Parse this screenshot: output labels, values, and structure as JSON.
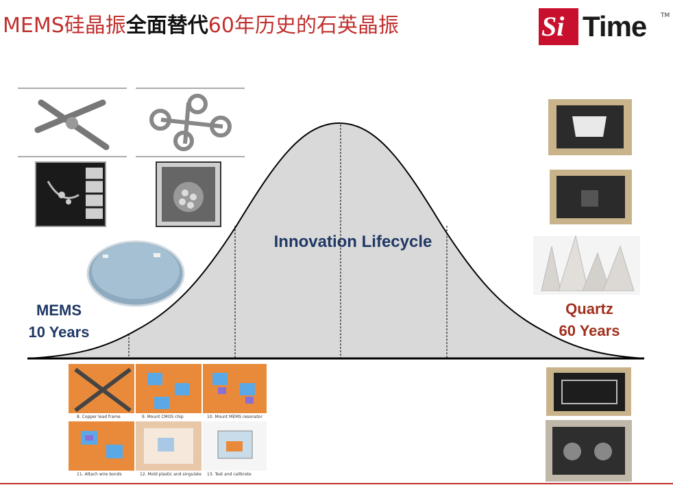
{
  "title": {
    "part1": "MEMS硅晶振",
    "part2": "全面替代",
    "part3": "60年历史的石英晶振"
  },
  "logo": {
    "brand_si": "Si",
    "brand_time": "Time",
    "trademark": "TM"
  },
  "diagram": {
    "center_label": "Innovation Lifecycle",
    "left_label_line1": "MEMS",
    "left_label_line2": "10 Years",
    "right_label_line1": "Quartz",
    "right_label_line2": "60 Years",
    "curve_fill": "#d9d9d9",
    "mems_color": "#1f3864",
    "quartz_color": "#a0301c"
  },
  "process_steps": [
    "8. Copper lead frame",
    "9. Mount CMOS chip",
    "10. Mount MEMS resonator",
    "11. Attach wire bonds",
    "12. Mold plastic and singulate",
    "13. Test and calibrate"
  ]
}
